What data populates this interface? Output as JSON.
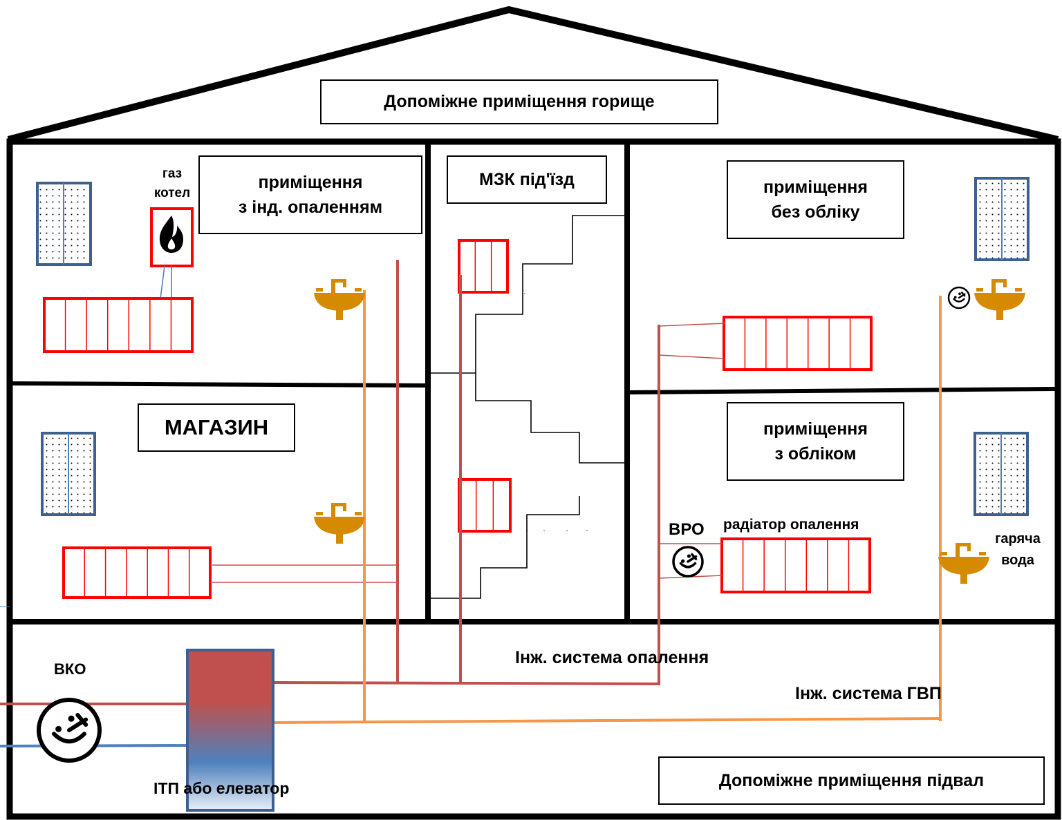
{
  "labels": {
    "attic": "Допоміжне приміщення горище",
    "ind_heating_line1": "приміщення",
    "ind_heating_line2": "з інд. опаленням",
    "gas_line1": "газ",
    "gas_line2": "котел",
    "stairwell": "МЗК під'їзд",
    "no_meter_line1": "приміщення",
    "no_meter_line2": "без обліку",
    "shop": "МАГАЗИН",
    "with_meter_line1": "приміщення",
    "with_meter_line2": "з обліком",
    "vro": "ВРО",
    "radiator": "радіатор опалення",
    "hot_water_line1": "гаряча",
    "hot_water_line2": "вода",
    "heating_system": "Інж. система опалення",
    "dhw_system": "Інж. система ГВП",
    "vko": "ВКО",
    "itp": "ІТП або елеватор",
    "basement": "Допоміжне приміщення підвал"
  },
  "colors": {
    "radiator": "#ff0000",
    "heating_pipe": "#c0504d",
    "hot_water_pipe": "#f79646",
    "cold_pipe": "#4f81bd",
    "window_frame": "#3f5f8f",
    "sink": "#d68a00"
  },
  "icons": [
    "gas-flame-icon",
    "sink-icon",
    "meter-icon",
    "window-icon",
    "radiator-icon",
    "heat-exchanger-icon"
  ]
}
